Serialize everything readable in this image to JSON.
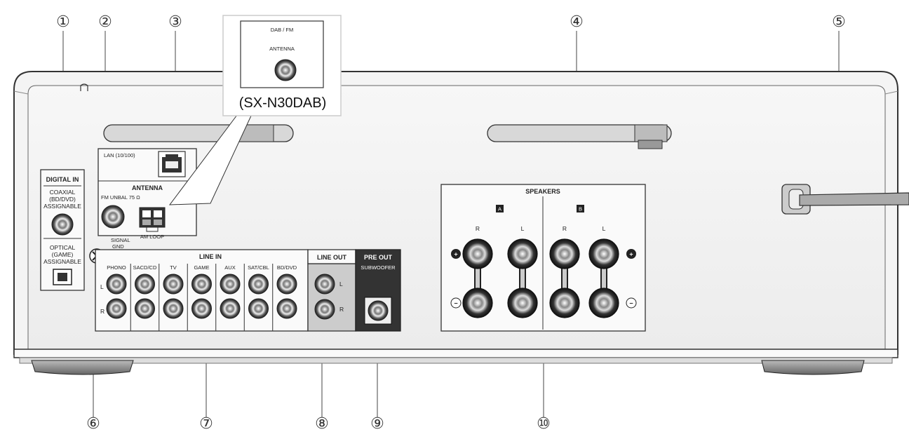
{
  "callouts": [
    "①",
    "②",
    "③",
    "④",
    "⑤",
    "⑥",
    "⑦",
    "⑧",
    "⑨",
    "⑩"
  ],
  "inset": {
    "title": "DAB / FM",
    "subtitle": "ANTENNA",
    "model": "(SX-N30DAB)"
  },
  "digital_in": {
    "title": "DIGITAL IN",
    "coaxial": [
      "COAXIAL",
      "(BD/DVD)",
      "ASSIGNABLE"
    ],
    "optical": [
      "OPTICAL",
      "(GAME)",
      "ASSIGNABLE"
    ]
  },
  "lan_label": "LAN (10/100)",
  "antenna": {
    "title": "ANTENNA",
    "fm": "FM UNBAL 75 Ω",
    "am": "AM LOOP"
  },
  "signal_gnd": [
    "SIGNAL",
    "GND"
  ],
  "line_in": {
    "title": "LINE IN",
    "inputs": [
      "PHONO",
      "SACD/CD",
      "TV",
      "GAME",
      "AUX",
      "SAT/CBL",
      "BD/DVD"
    ],
    "rows": [
      "L",
      "R"
    ]
  },
  "line_out": {
    "title": "LINE OUT",
    "rows": [
      "L",
      "R"
    ]
  },
  "pre_out": {
    "title": "PRE OUT",
    "sub": "SUBWOOFER"
  },
  "speakers": {
    "title": "SPEAKERS",
    "groups": [
      "A",
      "B"
    ],
    "channels": [
      "R",
      "L",
      "R",
      "L"
    ],
    "plus": "+",
    "minus": "−"
  }
}
